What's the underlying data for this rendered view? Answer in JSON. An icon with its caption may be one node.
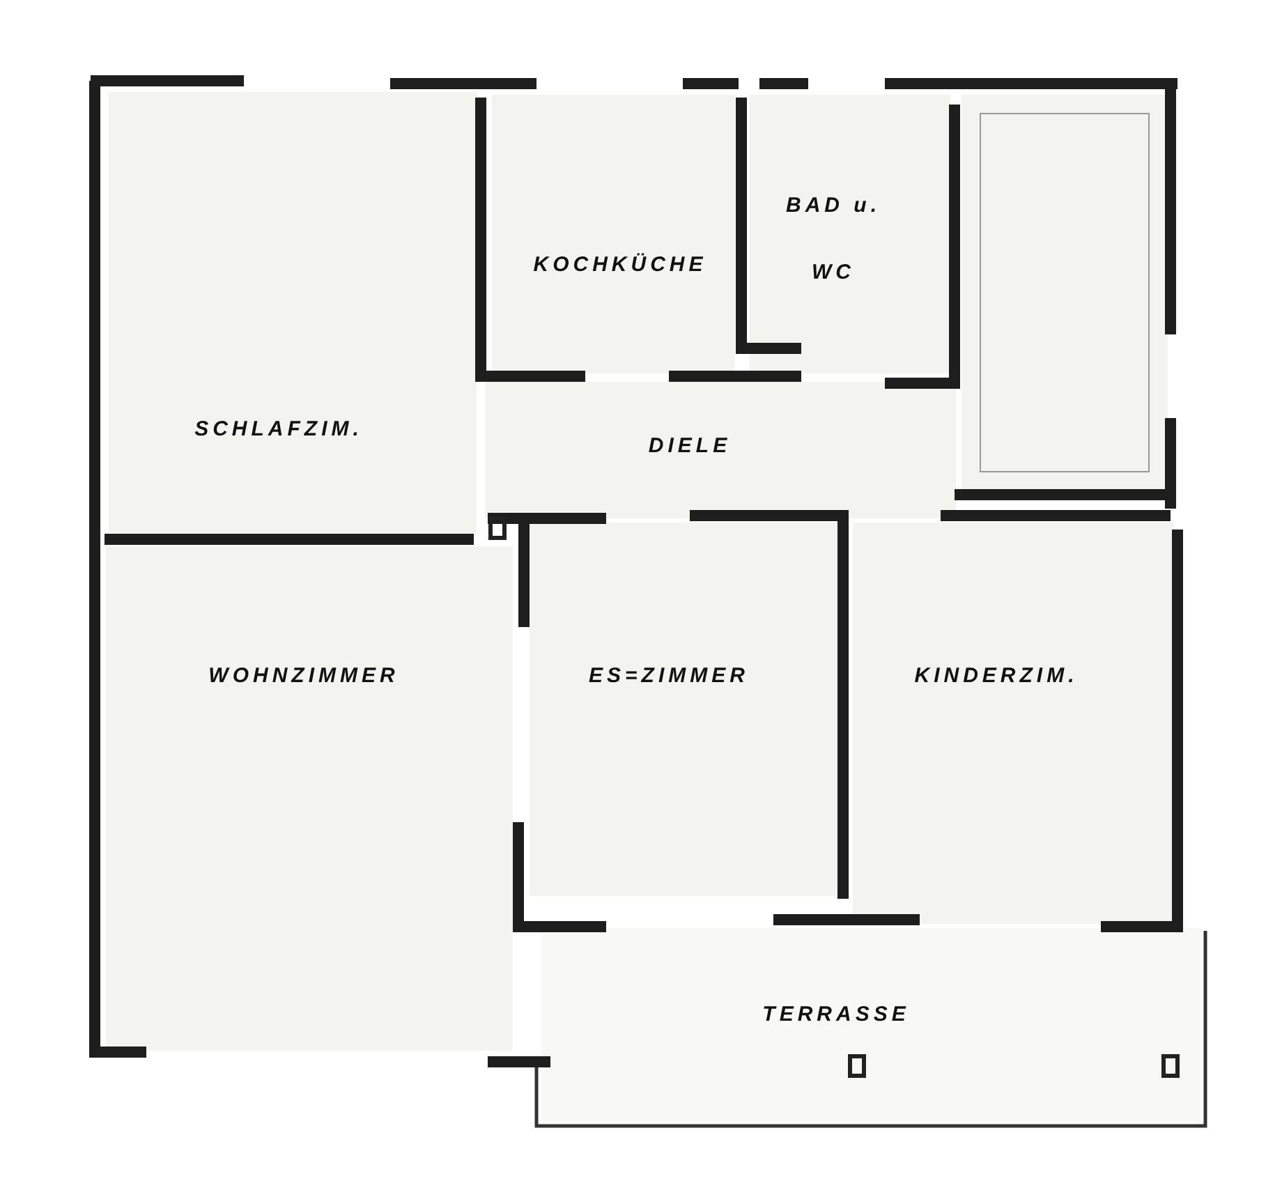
{
  "diagram": {
    "nodes": [
      {
        "text": [
          "SCHLAFZIM."
        ]
      },
      {
        "text": [
          "KOCHKÜCHE"
        ]
      },
      {
        "text": [
          "BAD u. WC"
        ]
      },
      {
        "text": [],
        "shape": "box"
      },
      {
        "text": [
          "DIELE"
        ]
      },
      {
        "text": [
          "WOHNZIMMER"
        ]
      },
      {
        "text": [
          "ES=ZIMMER"
        ]
      },
      {
        "text": [
          "KINDERZIM."
        ]
      },
      {
        "text": [
          "TERRASSE"
        ]
      }
    ]
  }
}
